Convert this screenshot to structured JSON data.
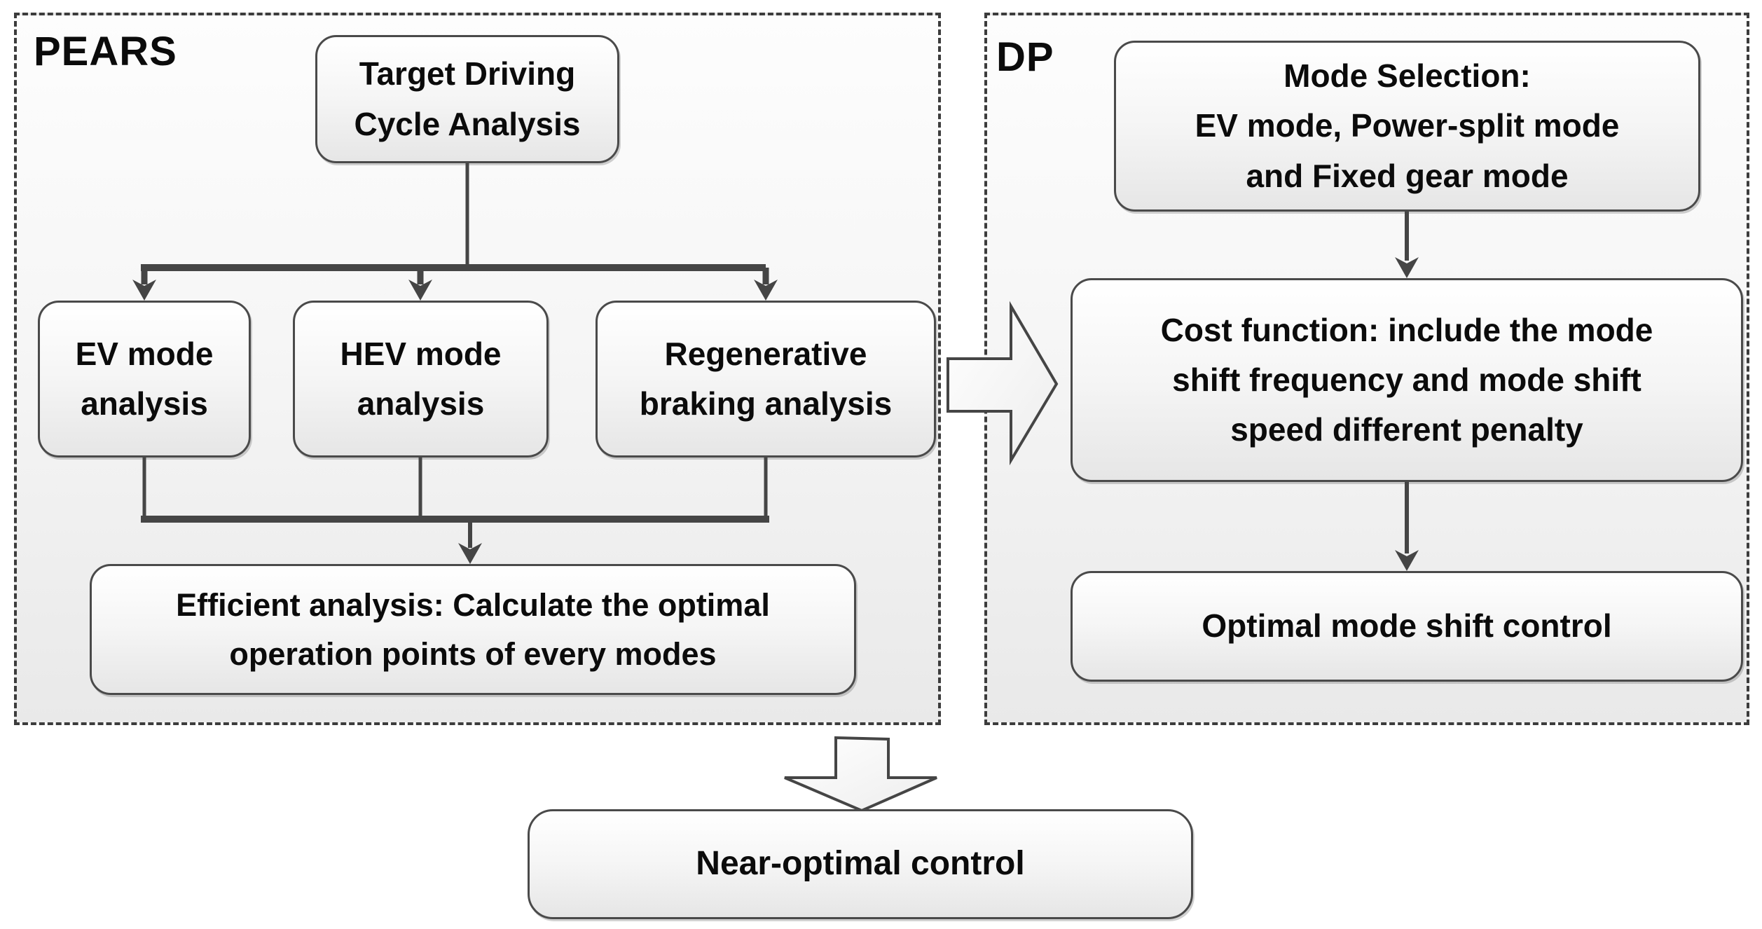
{
  "diagram": {
    "panels": {
      "pears": {
        "label": "PEARS",
        "boxes": {
          "target": "Target Driving\nCycle Analysis",
          "ev": "EV mode\nanalysis",
          "hev": "HEV mode\nanalysis",
          "regen": "Regenerative\nbraking analysis",
          "efficient": "Efficient analysis: Calculate the optimal\noperation points of every modes"
        }
      },
      "dp": {
        "label": "DP",
        "boxes": {
          "mode_selection": "Mode Selection:\nEV mode, Power-split mode\nand Fixed gear mode",
          "cost_function": "Cost function: include the mode\nshift frequency and mode shift\nspeed different penalty",
          "optimal": "Optimal mode shift control"
        }
      }
    },
    "result_box": "Near-optimal control",
    "colors": {
      "panel_border": "#3c3c3c",
      "box_border": "#4a4a4a",
      "connector": "#454545",
      "text": "#0b0b0b",
      "box_fill_top": "#ffffff",
      "box_fill_bottom": "#e6e6e6"
    }
  }
}
